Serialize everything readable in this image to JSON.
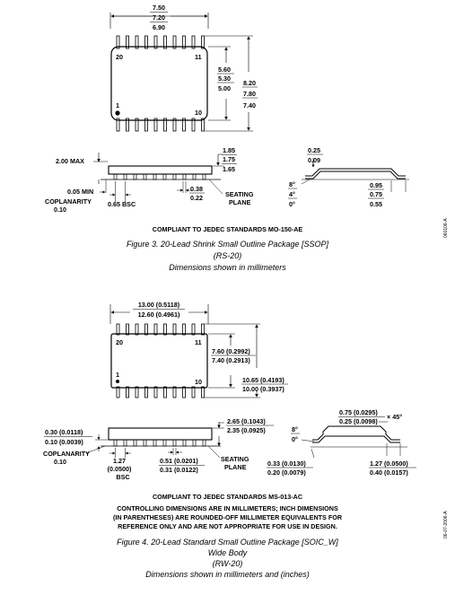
{
  "fig3": {
    "top_width": [
      "7.50",
      "7.20",
      "6.90"
    ],
    "body_width": [
      "5.60",
      "5.30",
      "5.00"
    ],
    "lead_width": [
      "8.20",
      "7.80",
      "7.40"
    ],
    "pin20": "20",
    "pin11": "11",
    "pin1": "1",
    "pin10": "10",
    "max_height": "2.00 MAX",
    "min_standoff": "0.05 MIN",
    "coplanarity": [
      "COPLANARITY",
      "0.10"
    ],
    "pitch": "0.65 BSC",
    "lead_thick": [
      "0.38",
      "0.22"
    ],
    "seating_plane": [
      "SEATING",
      "PLANE"
    ],
    "pkg_height": [
      "1.85",
      "1.75",
      "1.65"
    ],
    "lead_t": [
      "0.25",
      "0.09"
    ],
    "angles": [
      "8°",
      "4°",
      "0°"
    ],
    "foot": [
      "0.95",
      "0.75",
      "0.55"
    ],
    "compliant": "COMPLIANT TO JEDEC STANDARDS MO-150-AE",
    "caption": [
      "Figure 3. 20-Lead Shrink Small Outline Package [SSOP]",
      "(RS-20)",
      "Dimensions shown in millimeters"
    ],
    "code": "060106-A"
  },
  "fig4": {
    "top_width": [
      "13.00 (0.5118)",
      "12.60 (0.4961)"
    ],
    "body_width": [
      "7.60 (0.2992)",
      "7.40 (0.2913)"
    ],
    "lead_width": [
      "10.65 (0.4193)",
      "10.00 (0.3937)"
    ],
    "pin20": "20",
    "pin11": "11",
    "pin1": "1",
    "pin10": "10",
    "standoff": [
      "0.30 (0.0118)",
      "0.10 (0.0039)"
    ],
    "coplanarity": [
      "COPLANARITY",
      "0.10"
    ],
    "pitch": [
      "1.27",
      "(0.0500)",
      "BSC"
    ],
    "lead_thick": [
      "0.51 (0.0201)",
      "0.31 (0.0122)"
    ],
    "seating_plane": [
      "SEATING",
      "PLANE"
    ],
    "pkg_height": [
      "2.65 (0.1043)",
      "2.35 (0.0925)"
    ],
    "chamfer": [
      "0.75 (0.0295)",
      "0.25 (0.0098)"
    ],
    "chamfer_angle": "× 45°",
    "angles": [
      "8°",
      "0°"
    ],
    "lead_t": [
      "0.33 (0.0130)",
      "0.20 (0.0079)"
    ],
    "foot": [
      "1.27 (0.0500)",
      "0.40 (0.0157)"
    ],
    "notes": [
      "COMPLIANT TO JEDEC STANDARDS MS-013-AC",
      "CONTROLLING DIMENSIONS ARE IN MILLIMETERS; INCH DIMENSIONS",
      "(IN PARENTHESES) ARE ROUNDED-OFF MILLIMETER EQUIVALENTS FOR",
      "REFERENCE ONLY AND ARE NOT APPROPRIATE FOR USE IN DESIGN."
    ],
    "caption": [
      "Figure 4. 20-Lead Standard Small Outline Package [SOIC_W]",
      "Wide Body",
      "(RW-20)",
      "Dimensions shown in millimeters and (inches)"
    ],
    "code": "06-07-2006-A"
  }
}
